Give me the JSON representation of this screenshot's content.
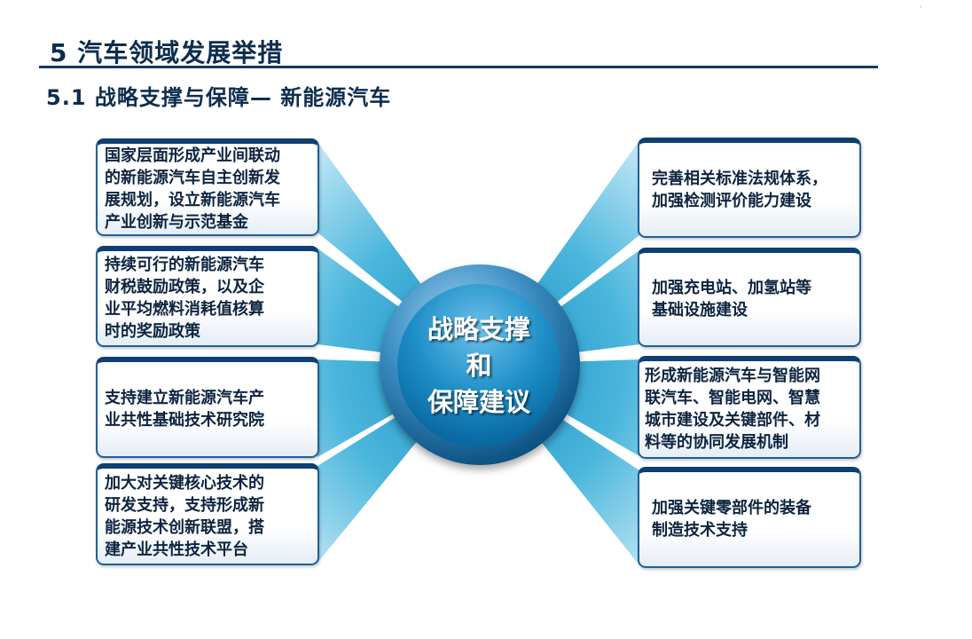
{
  "page": {
    "corner_mark": "'",
    "section_title": "5  汽车领域发展举措",
    "subsection_title": "5.1  战略支撑与保障—  新能源汽车"
  },
  "hub": {
    "lines": [
      "战略支撑",
      "和",
      "保障建议"
    ]
  },
  "left_items": [
    {
      "lines": [
        "国家层面形成产业间联动",
        "的新能源汽车自主创新发",
        "展规划，设立新能源汽车",
        "产业创新与示范基金"
      ]
    },
    {
      "lines": [
        "持续可行的新能源汽车",
        "财税鼓励政策，以及企",
        "业平均燃料消耗值核算",
        "时的奖励政策"
      ]
    },
    {
      "lines": [
        "支持建立新能源汽车产",
        "业共性基础技术研究院"
      ]
    },
    {
      "lines": [
        "加大对关键核心技术的",
        "研发支持，支持形成新",
        "能源技术创新联盟，搭",
        "建产业共性技术平台"
      ]
    }
  ],
  "right_items": [
    {
      "lines": [
        "完善相关标准法规体系，",
        "加强检测评价能力建设"
      ]
    },
    {
      "lines": [
        "加强充电站、加氢站等",
        "基础设施建设"
      ]
    },
    {
      "lines": [
        "形成新能源汽车与智能网",
        "联汽车、智能电网、智慧",
        "城市建设及关键部件、材",
        "料等的协同发展机制"
      ]
    },
    {
      "lines": [
        "加强关键零部件的装备",
        "制造技术支持"
      ]
    }
  ],
  "colors": {
    "title": "#0d2d4f",
    "box_border": "#1f5f9b",
    "hub": "#1f8fc7",
    "ray": "#4bb6dc"
  }
}
